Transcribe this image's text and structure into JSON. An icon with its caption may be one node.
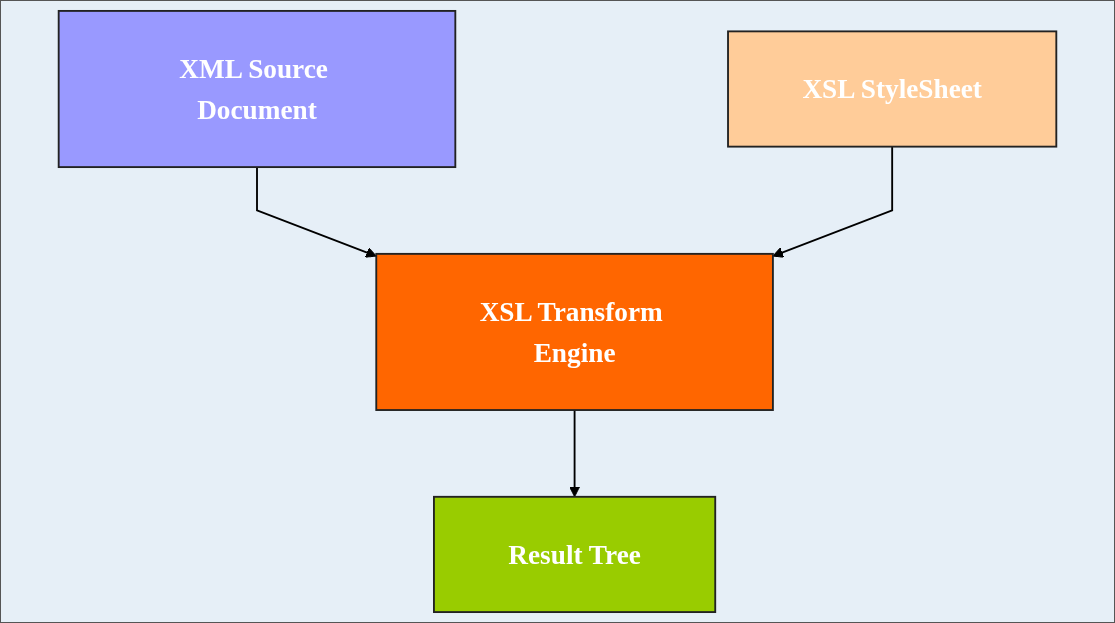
{
  "diagram": {
    "nodes": [
      {
        "text": [
          "XML Source Document"
        ]
      },
      {
        "text": [
          "XSL StyleSheet"
        ]
      },
      {
        "text": [
          "XSL Transform Engine"
        ]
      },
      {
        "text": [
          "Result Tree"
        ]
      }
    ],
    "edges": [
      {
        "from": 0,
        "to": 2,
        "arrow": "to"
      },
      {
        "from": 1,
        "to": 2,
        "arrow": "to"
      },
      {
        "from": 2,
        "to": 3,
        "arrow": "to"
      }
    ]
  }
}
